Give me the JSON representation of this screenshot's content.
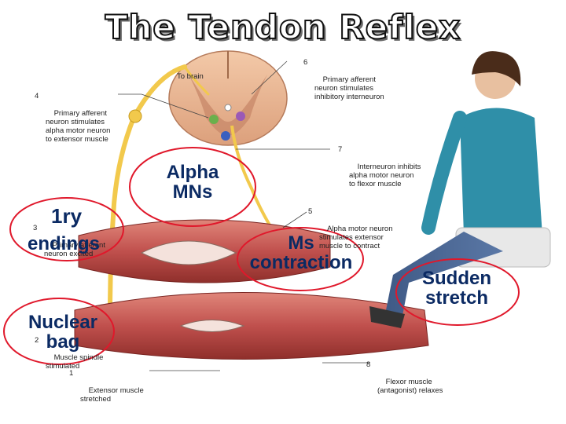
{
  "title": "The Tendon Reflex",
  "labels": {
    "to_brain": "To brain",
    "step1": {
      "num": "1",
      "text": "Extensor muscle\nstretched"
    },
    "step2": {
      "num": "2",
      "text": "Muscle spindle\nstimulated"
    },
    "step3": {
      "num": "3",
      "text": "Primary afferent\nneuron excited"
    },
    "step4": {
      "num": "4",
      "text": "Primary afferent\nneuron stimulates\nalpha motor neuron\nto extensor muscle"
    },
    "step5": {
      "num": "5",
      "text": "Alpha motor neuron\nstimulates extensor\nmuscle to contract"
    },
    "step6": {
      "num": "6",
      "text": "Primary afferent\nneuron stimulates\ninhibitory interneuron"
    },
    "step7": {
      "num": "7",
      "text": "Interneuron inhibits\nalpha motor neuron\nto flexor muscle"
    },
    "step8": {
      "num": "8",
      "text": "Flexor muscle\n(antagonist) relaxes"
    }
  },
  "annotations": {
    "alpha_mns": "Alpha\nMNs",
    "endings_1ry": "1ry",
    "endings_word": "endings",
    "ms_contraction": "Ms\ncontraction",
    "sudden_stretch": "Sudden\nstretch",
    "nuclear_bag": "Nuclear\nbag"
  },
  "colors": {
    "spinal_cord": "#e9b48f",
    "gray_matter": "#c98a6a",
    "nerve": "#f2c94c",
    "muscle": "#c0504d",
    "highlight_oval": "#e0182b",
    "annotation_text": "#0b2a63"
  }
}
